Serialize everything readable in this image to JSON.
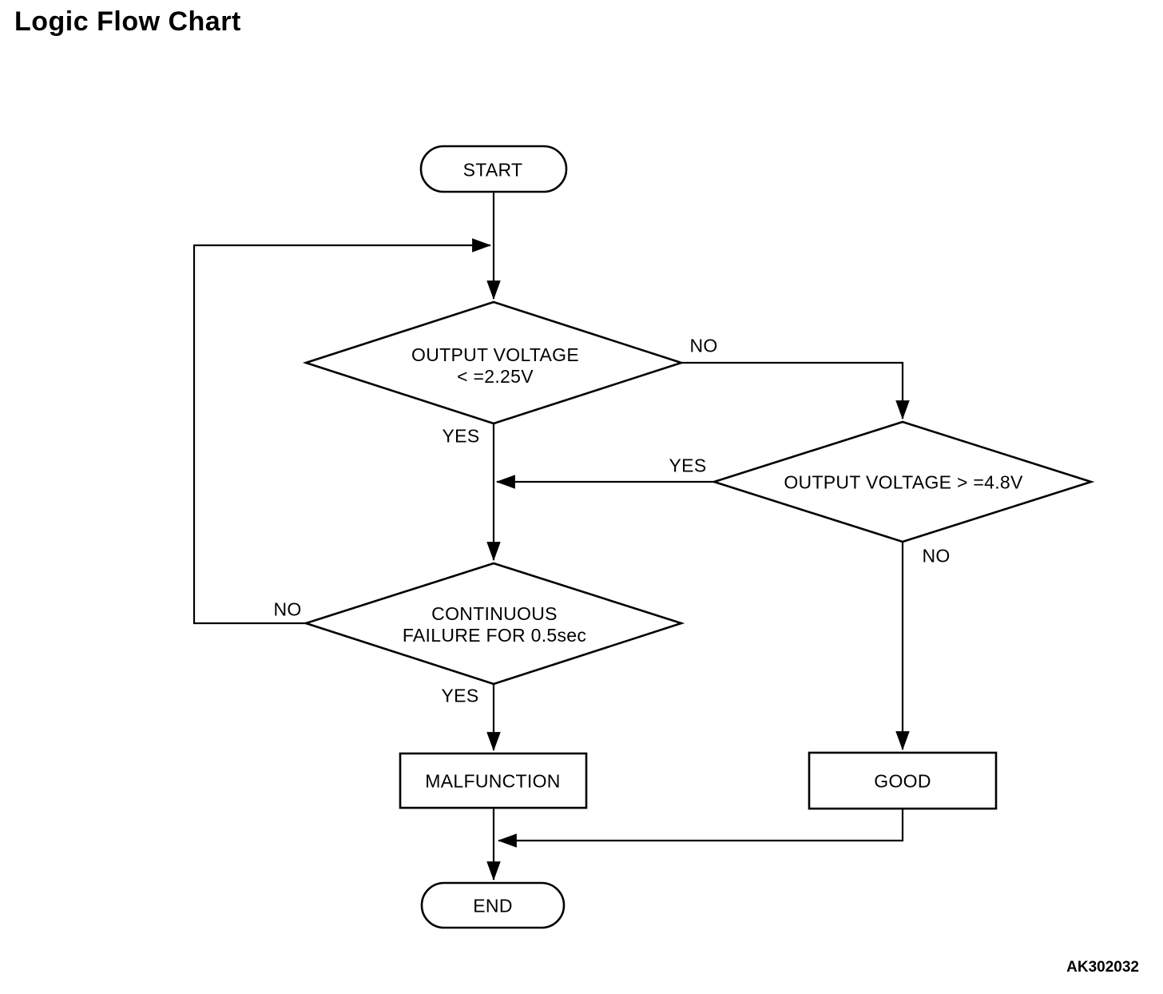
{
  "title": "Logic Flow Chart",
  "figure_code": "AK302032",
  "nodes": {
    "start": "START",
    "decision1_line1": "OUTPUT VOLTAGE",
    "decision1_line2": "< =2.25V",
    "decision2": "OUTPUT VOLTAGE > =4.8V",
    "decision3_line1": "CONTINUOUS",
    "decision3_line2": "FAILURE FOR 0.5sec",
    "malfunction": "MALFUNCTION",
    "good": "GOOD",
    "end": "END"
  },
  "branches": {
    "decision1_no": "NO",
    "decision1_yes": "YES",
    "decision2_yes": "YES",
    "decision2_no": "NO",
    "decision3_no": "NO",
    "decision3_yes": "YES"
  },
  "edges": [
    {
      "from": "START",
      "to": "OUTPUT VOLTAGE < =2.25V",
      "label": ""
    },
    {
      "from": "OUTPUT VOLTAGE < =2.25V",
      "to": "OUTPUT VOLTAGE > =4.8V",
      "label": "NO"
    },
    {
      "from": "OUTPUT VOLTAGE < =2.25V",
      "to": "CONTINUOUS FAILURE FOR 0.5sec",
      "label": "YES"
    },
    {
      "from": "OUTPUT VOLTAGE > =4.8V",
      "to": "CONTINUOUS FAILURE FOR 0.5sec",
      "label": "YES"
    },
    {
      "from": "OUTPUT VOLTAGE > =4.8V",
      "to": "GOOD",
      "label": "NO"
    },
    {
      "from": "CONTINUOUS FAILURE FOR 0.5sec",
      "to": "OUTPUT VOLTAGE < =2.25V",
      "label": "NO"
    },
    {
      "from": "CONTINUOUS FAILURE FOR 0.5sec",
      "to": "MALFUNCTION",
      "label": "YES"
    },
    {
      "from": "MALFUNCTION",
      "to": "END",
      "label": ""
    },
    {
      "from": "GOOD",
      "to": "END",
      "label": ""
    }
  ],
  "colors": {
    "line": "#000000",
    "text": "#000000",
    "background": "#ffffff"
  }
}
